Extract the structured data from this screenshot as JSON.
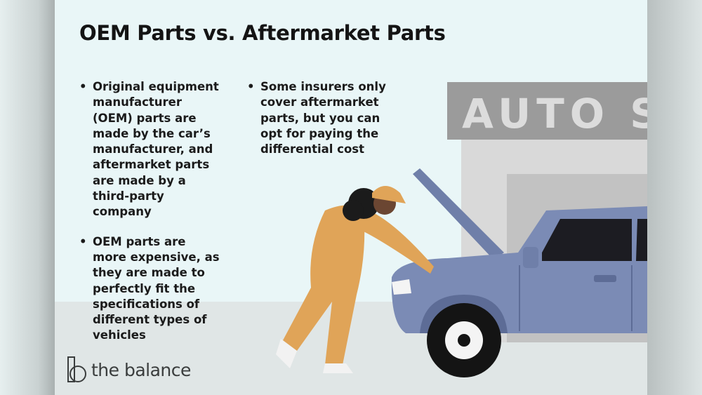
{
  "title": "OEM Parts vs. Aftermarket Parts",
  "bullets_left": [
    "Original equipment manufacturer (OEM) parts are made by the car’s manufacturer, and aftermarket parts are made by a third-party company",
    "OEM parts are more expensive, as they are made to perfectly fit the specifications of different types of vehicles"
  ],
  "bullets_right": [
    "Some insurers only cover aftermarket parts, but you can opt for paying the differential cost"
  ],
  "sign_text": "AUTO S",
  "brand": "the balance",
  "colors": {
    "background": "#e9f6f7",
    "car": "#7b8bb5",
    "overalls": "#e0a458",
    "sign": "#9b9b9b"
  }
}
